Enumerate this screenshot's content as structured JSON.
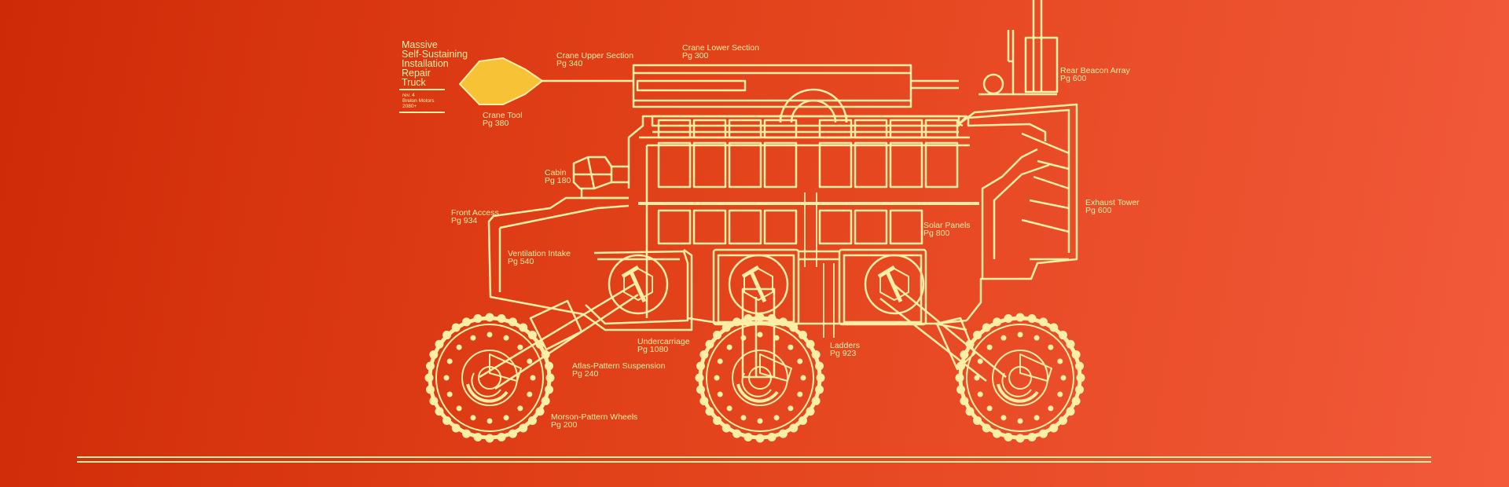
{
  "colors": {
    "line": "#fbefa6",
    "accent": "#f7c236",
    "bg_start": "#cf2a08",
    "bg_end": "#f25a3a"
  },
  "title": {
    "lines": [
      "Massive",
      "Self-Sustaining",
      "Installation",
      "Repair",
      "Truck"
    ]
  },
  "meta": {
    "lines": [
      "rev. 4",
      "Brelon Motors",
      "2080+"
    ]
  },
  "labels": [
    {
      "id": "crane-tool",
      "name": "Crane Tool",
      "page": "Pg 380"
    },
    {
      "id": "crane-upper-section",
      "name": "Crane Upper Section",
      "page": "Pg 340"
    },
    {
      "id": "crane-lower-section",
      "name": "Crane Lower Section",
      "page": "Pg 300"
    },
    {
      "id": "rear-beacon-array",
      "name": "Rear Beacon Array",
      "page": "Pg 600"
    },
    {
      "id": "cabin",
      "name": "Cabin",
      "page": "Pg 180"
    },
    {
      "id": "front-access",
      "name": "Front Access",
      "page": "Pg 934"
    },
    {
      "id": "exhaust-tower",
      "name": "Exhaust Tower",
      "page": "Pg 600"
    },
    {
      "id": "solar-panels",
      "name": "Solar Panels",
      "page": "Pg 800"
    },
    {
      "id": "ventilation-intake",
      "name": "Ventilation Intake",
      "page": "Pg 540"
    },
    {
      "id": "undercarriage",
      "name": "Undercarriage",
      "page": "Pg 1080"
    },
    {
      "id": "ladders",
      "name": "Ladders",
      "page": "Pg 923"
    },
    {
      "id": "atlas-pattern-suspension",
      "name": "Atlas-Pattern Suspension",
      "page": "Pg 240"
    },
    {
      "id": "morson-pattern-wheels",
      "name": "Morson-Pattern Wheels",
      "page": "Pg 200"
    }
  ]
}
